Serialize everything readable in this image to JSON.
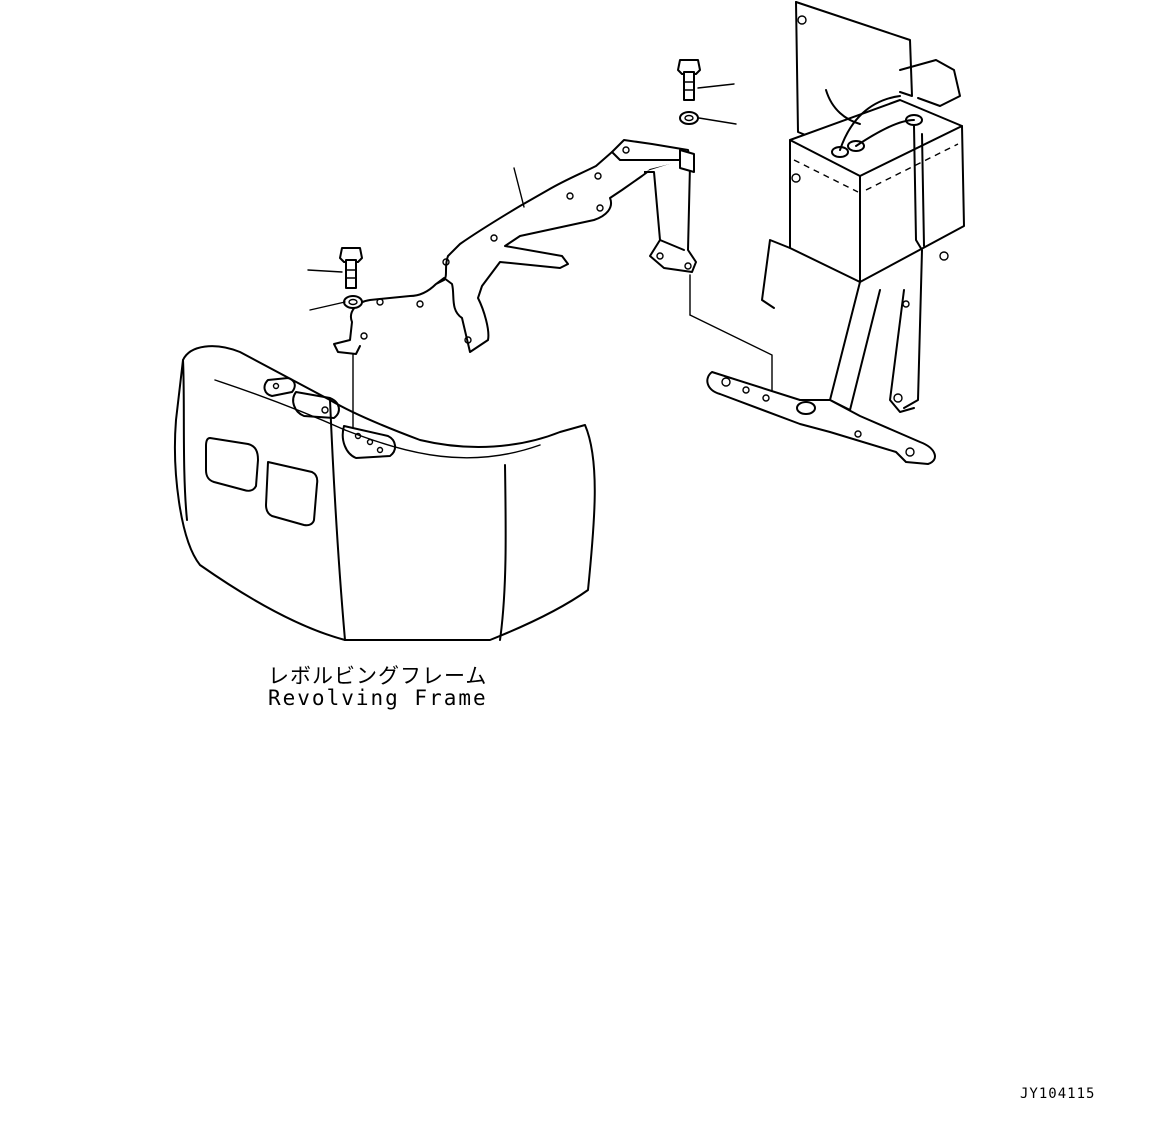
{
  "labels": {
    "revolving_frame_jp": "レボルビングフレーム",
    "revolving_frame_en": "Revolving Frame"
  },
  "drawing_id": "JY104115"
}
